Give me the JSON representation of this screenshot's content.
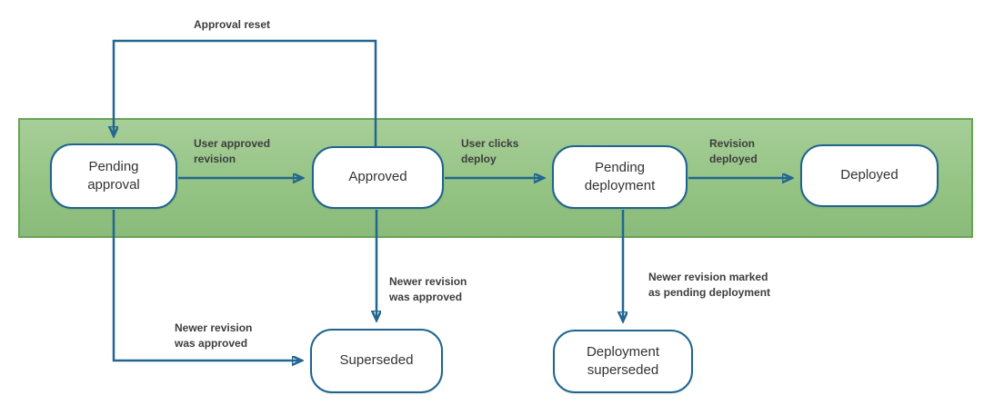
{
  "diagram": {
    "type": "state-flow",
    "description": "Revision approval and deployment state diagram",
    "colors": {
      "band_fill_top": "#a7ce98",
      "band_fill_bottom": "#8abb7a",
      "band_border": "#67a455",
      "node_fill": "#ffffff",
      "node_border": "#1f648e",
      "arrow": "#236690",
      "node_text": "#333333",
      "edge_label_text": "#3d3d3d"
    },
    "nodes": [
      {
        "id": "pending-approval",
        "label": "Pending\napproval",
        "in_band": true
      },
      {
        "id": "approved",
        "label": "Approved",
        "in_band": true
      },
      {
        "id": "pending-deployment",
        "label": "Pending\ndeployment",
        "in_band": true
      },
      {
        "id": "deployed",
        "label": "Deployed",
        "in_band": true
      },
      {
        "id": "superseded",
        "label": "Superseded",
        "in_band": false
      },
      {
        "id": "deployment-superseded",
        "label": "Deployment\nsuperseded",
        "in_band": false
      }
    ],
    "edges": [
      {
        "id": "approval-reset",
        "from": "approved",
        "to": "pending-approval",
        "label": "Approval reset"
      },
      {
        "id": "user-approved-revision",
        "from": "pending-approval",
        "to": "approved",
        "label": "User approved\nrevision"
      },
      {
        "id": "user-clicks-deploy",
        "from": "approved",
        "to": "pending-deployment",
        "label": "User clicks\ndeploy"
      },
      {
        "id": "revision-deployed",
        "from": "pending-deployment",
        "to": "deployed",
        "label": "Revision\ndeployed"
      },
      {
        "id": "newer-revision-approved-mid",
        "from": "approved",
        "to": "superseded",
        "label": "Newer revision\nwas approved"
      },
      {
        "id": "newer-revision-approved-left",
        "from": "pending-approval",
        "to": "superseded",
        "label": "Newer revision\nwas approved"
      },
      {
        "id": "newer-revision-marked",
        "from": "pending-deployment",
        "to": "deployment-superseded",
        "label": "Newer revision marked\nas pending deployment"
      }
    ]
  }
}
